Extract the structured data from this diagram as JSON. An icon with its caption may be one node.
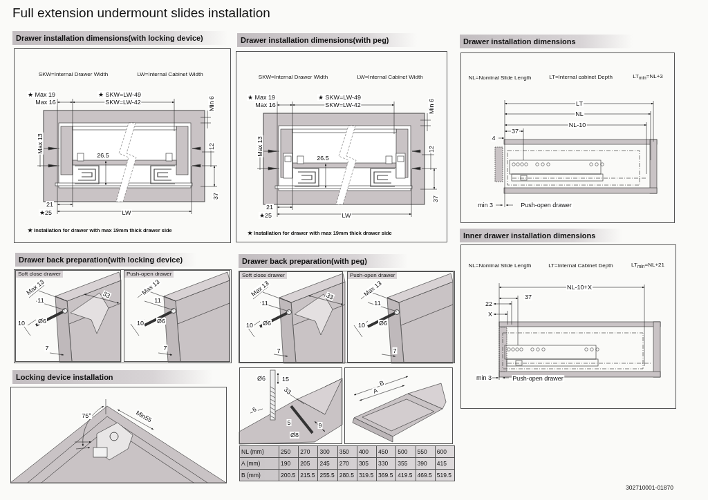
{
  "diagram": {
    "title": "Full extension undermount slides installation",
    "nodes": [
      {
        "text": [
          "Drawer installation dimensions(with locking device)",
          "SKW=Internal Drawer Width",
          "LW=Internal Cabinet Width",
          "★ Max 19",
          "Max 16",
          "★ SKW=LW-49",
          "SKW=LW-42",
          "Min 6",
          "Max 13",
          "26.5",
          "12",
          "37",
          "21",
          "★25",
          "LW",
          "★ Installation for drawer with max 19mm thick drawer side"
        ]
      },
      {
        "text": [
          "Drawer installation dimensions(with peg)",
          "SKW=Internal Drawer Width",
          "LW=Internal Cabinet Width",
          "★ Max 19",
          "Max 16",
          "★ SKW=LW-49",
          "SKW=LW-42",
          "Min 6",
          "Max 13",
          "26.5",
          "12",
          "37",
          "21",
          "★25",
          "LW",
          "★ Installation for drawer with max 19mm thick drawer side"
        ]
      },
      {
        "text": [
          "Drawer installation dimensions",
          "NL=Nominal Slide Length",
          "LT=Internal cabinet Depth",
          "LT$_{min}$=NL+3",
          "LT",
          "NL",
          "NL-10",
          "37",
          "4",
          "min 3",
          "Push-open drawer"
        ]
      },
      {
        "text": [
          "Inner drawer installation dimensions",
          "NL=Nominal Slide Length",
          "LT=Internal Cabinet Depth",
          "LT$_{min}$=NL+21",
          "NL-10+X",
          "37",
          "22",
          "X",
          "min 3",
          "Push-open drawer"
        ]
      },
      {
        "text": [
          "Drawer back preparation(with locking device)"
        ]
      },
      {
        "text": [
          "Soft close drawer",
          "Max 13",
          "11",
          "33",
          "10",
          "Ø6",
          "7"
        ],
        "in": 4
      },
      {
        "text": [
          "Push-open drawer",
          "Max 13",
          "11",
          "10",
          "Ø6",
          "7"
        ],
        "in": 4
      },
      {
        "text": [
          "Drawer back preparation(with peg)"
        ]
      },
      {
        "text": [
          "Soft close drawer",
          "Max 13",
          "11",
          "33",
          "10",
          "Ø6",
          "7"
        ],
        "in": 7
      },
      {
        "text": [
          "Push-open drawer",
          "Max 13",
          "11",
          "10",
          "Ø6",
          "7"
        ],
        "in": 7
      },
      {
        "text": [
          "Locking device installation",
          "75°",
          "Min55"
        ]
      },
      {
        "text": [
          "Ø6",
          "15",
          "33",
          "6",
          "5",
          "Ø8",
          "9"
        ]
      },
      {
        "text": [
          "B",
          "A"
        ]
      }
    ],
    "labels": [
      "NL (mm)",
      "250",
      "270",
      "300",
      "350",
      "400",
      "450",
      "500",
      "550",
      "600",
      "A (mm)",
      "190",
      "205",
      "245",
      "270",
      "305",
      "330",
      "355",
      "390",
      "415",
      "B (mm)",
      "200.5",
      "215.5",
      "255.5",
      "280.5",
      "319.5",
      "369.5",
      "419.5",
      "469.5",
      "519.5",
      "302710001-01870"
    ]
  }
}
